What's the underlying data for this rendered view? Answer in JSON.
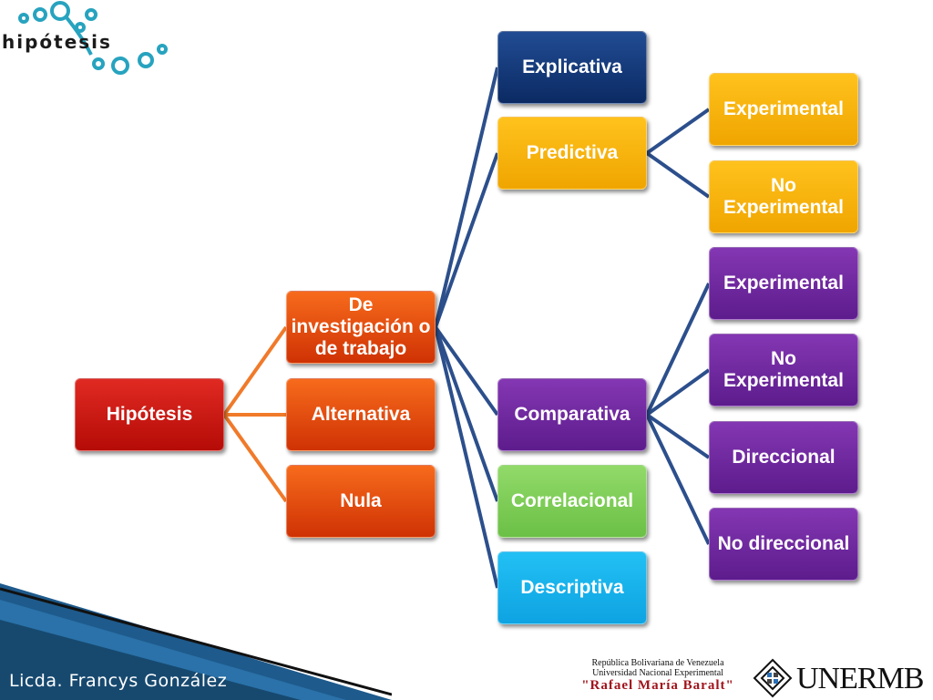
{
  "logo": {
    "wordmark": "hipótesis"
  },
  "diagram": {
    "root": "Hipótesis",
    "types": [
      "De investigación o de trabajo",
      "Alternativa",
      "Nula"
    ],
    "research_subtypes": [
      "Explicativa",
      "Predictiva",
      "Comparativa",
      "Correlacional",
      "Descriptiva"
    ],
    "predictiva_children": [
      "Experimental",
      "No Experimental"
    ],
    "comparativa_children": [
      "Experimental",
      "No Experimental",
      "Direccional",
      "No direccional"
    ]
  },
  "footer": {
    "author": "Licda. Francys González",
    "institution_line1": "República Bolivariana de Venezuela",
    "institution_line2": "Universidad Nacional Experimental",
    "institution_line3": "\"Rafael María Baralt\"",
    "university_logo_text": "UNERMB"
  },
  "colors": {
    "root": "#c41a14",
    "types": "#e8471a",
    "explicativa": "#123a7a",
    "predictiva": "#f7b512",
    "comparativa": "#6e28a0",
    "correlacional": "#7dcc55",
    "descriptiva": "#15b2ec",
    "connector_orange": "#f07a2a",
    "connector_blue": "#2c4f8c"
  }
}
